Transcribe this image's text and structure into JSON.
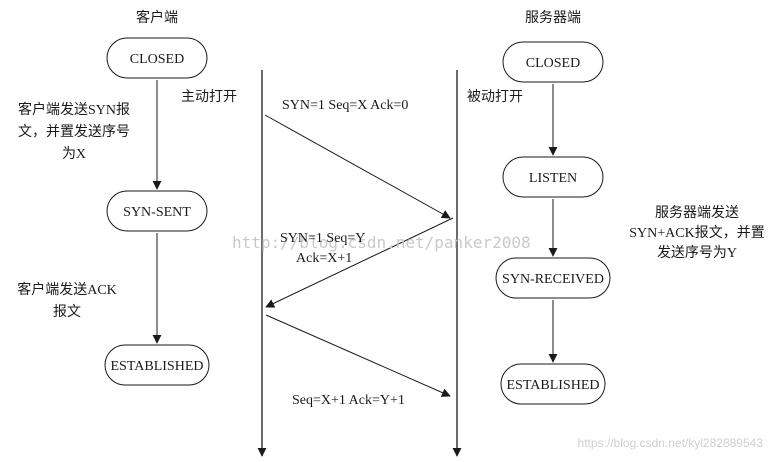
{
  "columns": {
    "client_header": "客户端",
    "server_header": "服务器端"
  },
  "client_states": {
    "closed": "CLOSED",
    "syn_sent": "SYN-SENT",
    "established": "ESTABLISHED"
  },
  "server_states": {
    "closed": "CLOSED",
    "listen": "LISTEN",
    "syn_received": "SYN-RECEIVED",
    "established": "ESTABLISHED"
  },
  "annotations": {
    "client_send_syn": [
      "客户端发送SYN报",
      "文，并置发送序号",
      "为X"
    ],
    "client_send_ack": [
      "客户端发送ACK",
      "报文"
    ],
    "server_send_synack": [
      "服务器端发送",
      "SYN+ACK报文，并置",
      "发送序号为Y"
    ],
    "active_open": "主动打开",
    "passive_open": "被动打开"
  },
  "messages": {
    "syn": "SYN=1 Seq=X Ack=0",
    "synack_line1": "SYN=1 Seq=Y",
    "synack_line2": "Ack=X+1",
    "ack": "Seq=X+1 Ack=Y+1"
  },
  "watermarks": {
    "center": "http://blog.csdn.net/panker2008",
    "bottom_right": "https://blog.csdn.net/kyl282889543"
  }
}
